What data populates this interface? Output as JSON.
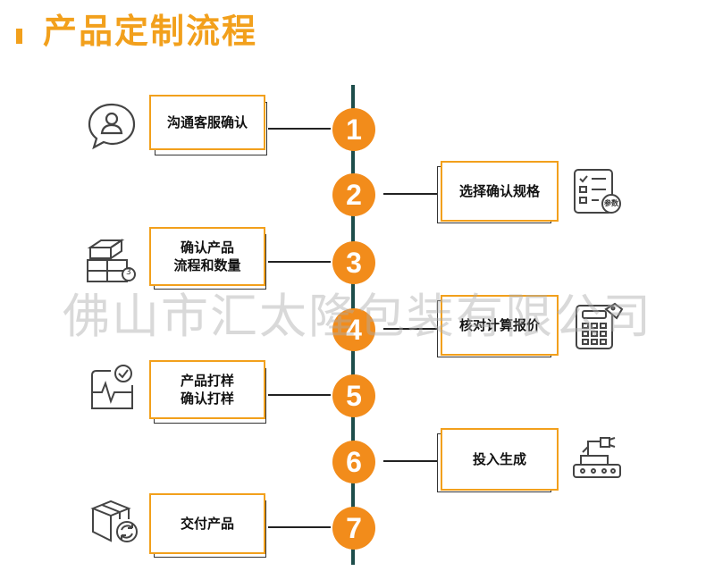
{
  "title": "产品定制流程",
  "watermark": "佛山市汇太隆包装有限公司",
  "accent_color": "#f2a01c",
  "circle_color": "#f28c1b",
  "timeline_color": "#1d4d4a",
  "steps": [
    {
      "number": "1",
      "label": "沟通客服确认",
      "side": "left",
      "icon": "chat-user-icon"
    },
    {
      "number": "2",
      "label": "选择确认规格",
      "side": "right",
      "icon": "checklist-icon",
      "icon_text": "参数"
    },
    {
      "number": "3",
      "label": "确认产品\n流程和数量",
      "side": "left",
      "icon": "stacked-boxes-icon",
      "icon_text": "3"
    },
    {
      "number": "4",
      "label": "核对计算报价",
      "side": "right",
      "icon": "calculator-icon"
    },
    {
      "number": "5",
      "label": "产品打样\n确认打样",
      "side": "left",
      "icon": "sample-check-icon"
    },
    {
      "number": "6",
      "label": "投入生成",
      "side": "right",
      "icon": "machine-icon"
    },
    {
      "number": "7",
      "label": "交付产品",
      "side": "left",
      "icon": "delivery-box-icon"
    }
  ]
}
